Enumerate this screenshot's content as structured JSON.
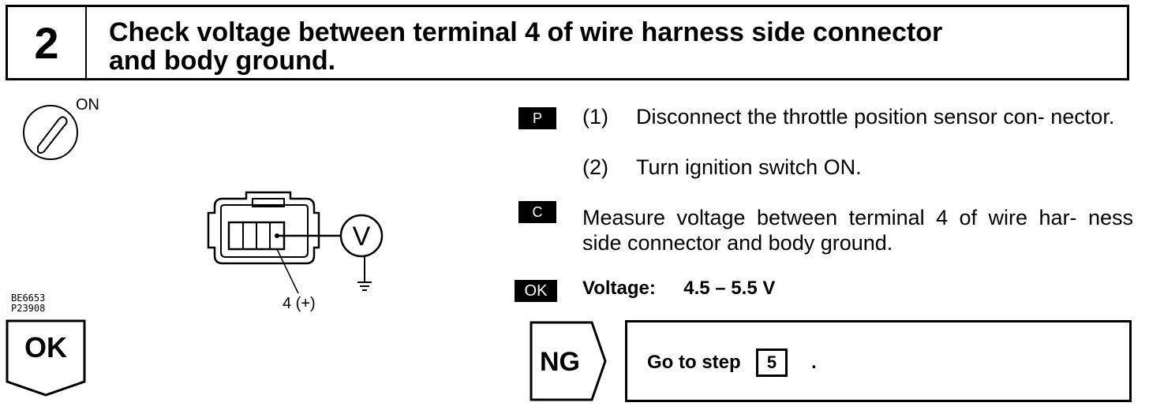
{
  "header": {
    "step_number": "2",
    "title_line1": "Check voltage between terminal 4 of wire harness side connector",
    "title_line2": "and body ground."
  },
  "illustration": {
    "ignition_label": "ON",
    "terminal_label": "4 (+)",
    "meter_symbol": "V",
    "ref_code_1": "BE6653",
    "ref_code_2": "P23908"
  },
  "ok_arrow": {
    "label": "OK"
  },
  "procedure": {
    "prep_tag": "P",
    "step1_number": "(1)",
    "step1_text": "Disconnect the throttle position sensor con- nector.",
    "step2_number": "(2)",
    "step2_text": "Turn ignition switch ON."
  },
  "check": {
    "tag": "C",
    "text": "Measure voltage between terminal 4 of wire har- ness side connector and body ground."
  },
  "spec": {
    "tag": "OK",
    "label": "Voltage:",
    "value": "4.5 – 5.5 V"
  },
  "ng_result": {
    "ng_label": "NG",
    "goto_text": "Go to step",
    "goto_step": "5",
    "goto_period": "."
  }
}
